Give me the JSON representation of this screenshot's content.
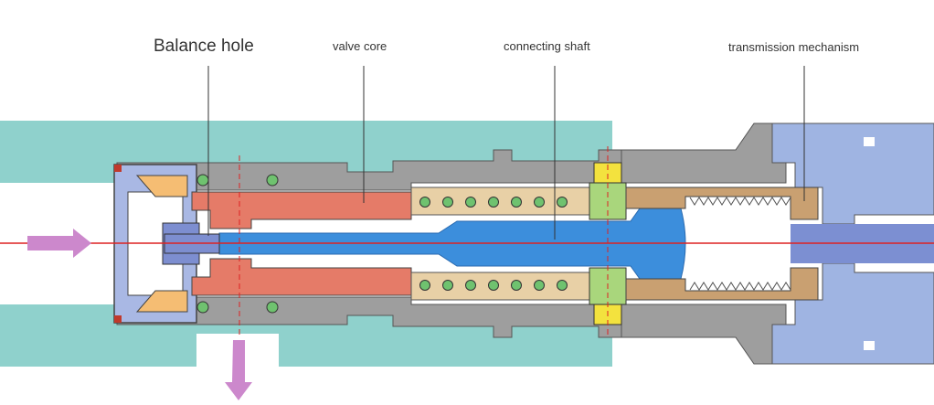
{
  "labels": {
    "balance_hole": "Balance hole",
    "valve_core": "valve core",
    "connecting_shaft": "connecting shaft",
    "transmission_mechanism": "transmission mechanism"
  },
  "colors": {
    "body": "#8fd1cc",
    "housing": "#9e9e9e",
    "housing_dark": "#7d7d7d",
    "valve_core": "#e57b68",
    "shaft": "#3c8edc",
    "seat": "#a9b8e4",
    "seat_inner": "#7d8ed0",
    "actuator": "#9fb4e2",
    "actuator_dark": "#7c8fd2",
    "nut": "#c9a071",
    "spring_box": "#e8d0a6",
    "spring_coil": "#6fc26f",
    "sleeve_green": "#a9d67c",
    "yellow": "#f3e23e",
    "orange": "#f5bd73",
    "flow_arrow": "#cc88cc",
    "center_line": "#dd2222",
    "leader": "#333333",
    "red_seal": "#c0392b"
  }
}
